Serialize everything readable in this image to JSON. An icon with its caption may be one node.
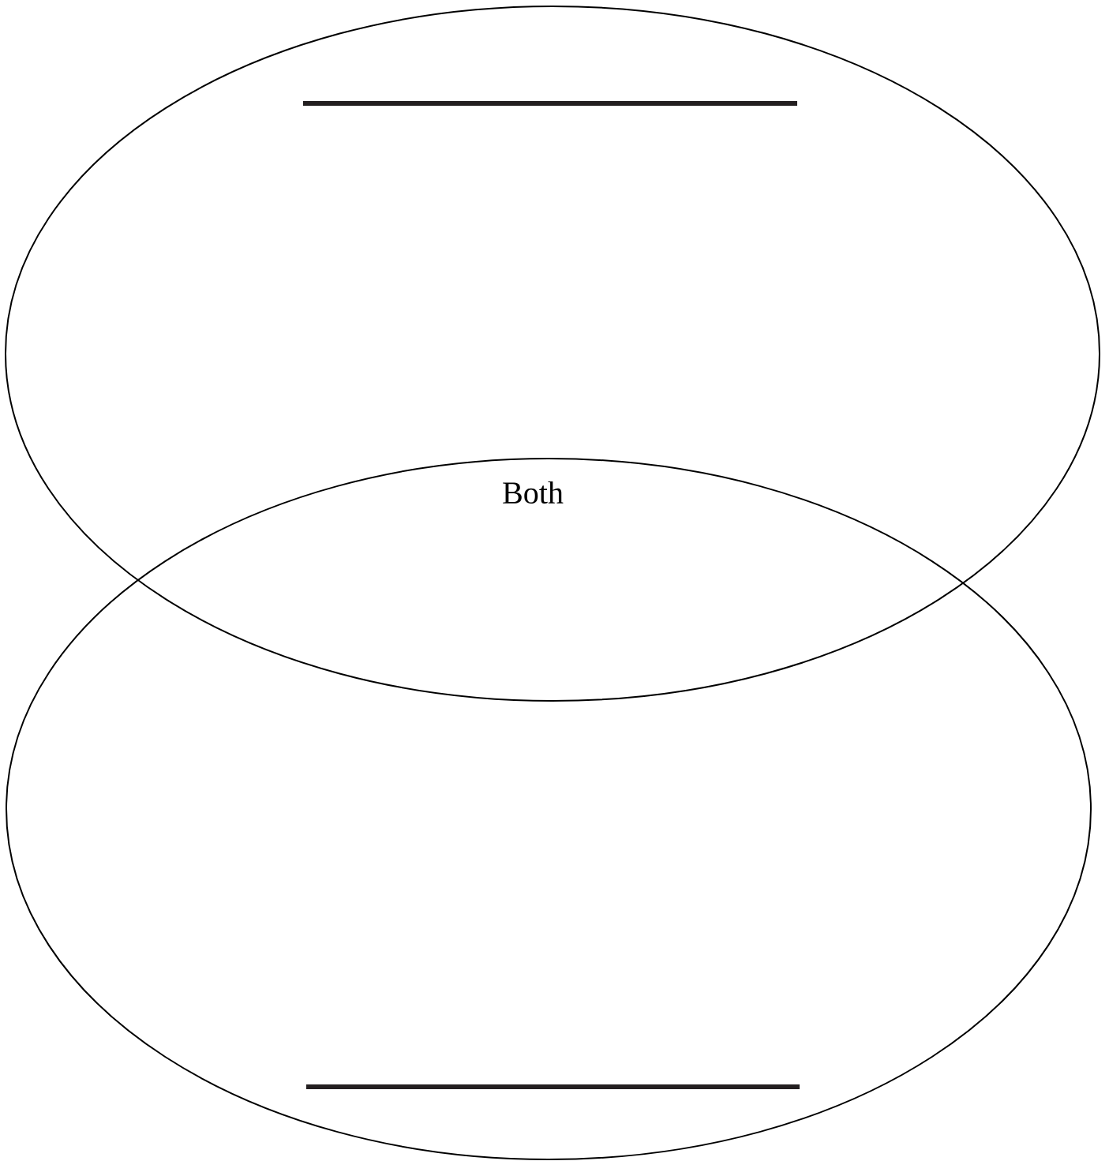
{
  "diagram": {
    "nodes": [
      {
        "text": [],
        "shape": "circle"
      },
      {
        "text": [],
        "shape": "circle"
      }
    ],
    "labels": [
      "Both"
    ]
  }
}
